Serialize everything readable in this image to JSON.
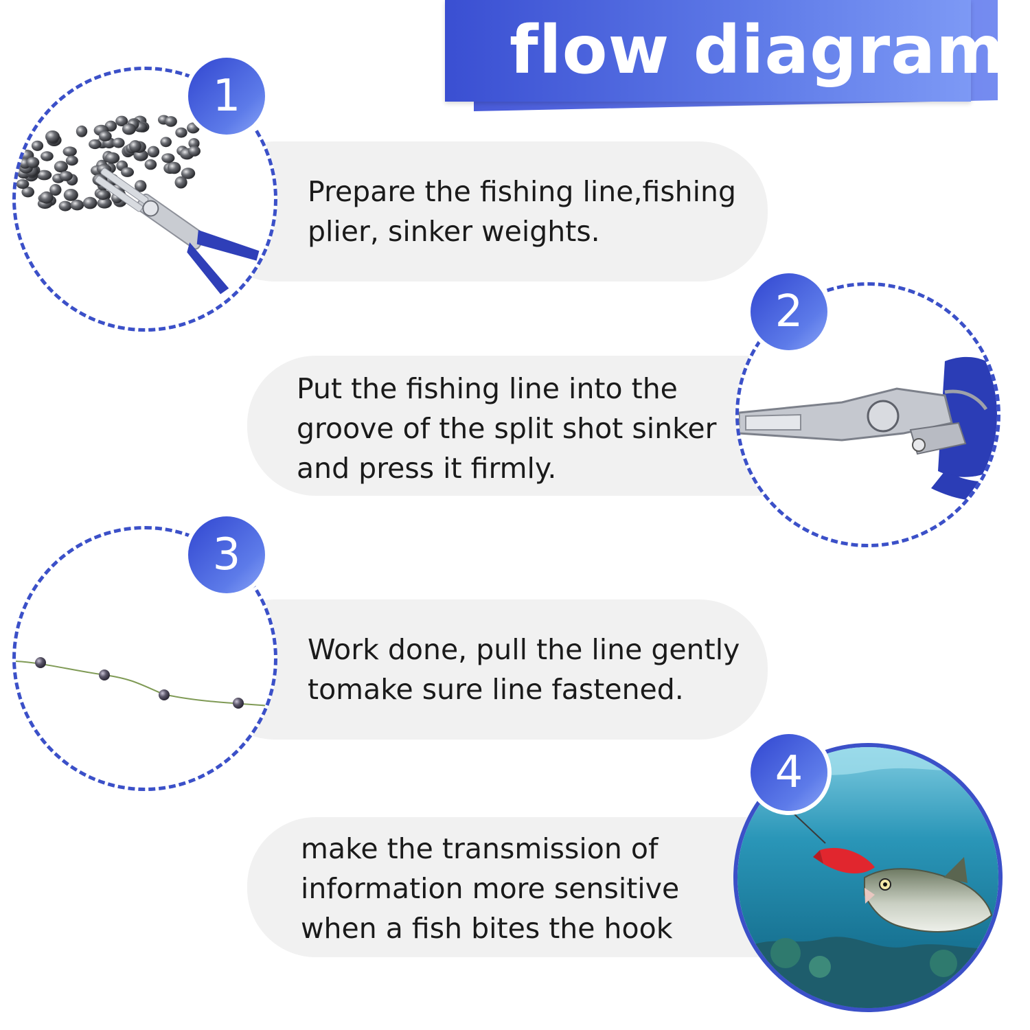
{
  "header": {
    "title": "flow diagram"
  },
  "steps": [
    {
      "number": "1",
      "lines": [
        "Prepare the fishing line,fishing",
        "plier, sinker weights."
      ]
    },
    {
      "number": "2",
      "lines": [
        "Put the fishing line into the",
        "groove of the split shot sinker",
        "and press it firmly."
      ]
    },
    {
      "number": "3",
      "lines": [
        "Work done, pull the line gently",
        "tomake sure line fastened."
      ]
    },
    {
      "number": "4",
      "lines": [
        "make the transmission of",
        "information more sensitive",
        "when a fish bites the hook"
      ]
    }
  ],
  "colors": {
    "accent": "#3b50c8",
    "pill_bg": "#f1f1f1",
    "badge": "#4a62dc"
  },
  "icons": [
    "sinker-weights-image",
    "pliers-image",
    "line-with-sinkers-image",
    "fish-bite-underwater-image"
  ]
}
